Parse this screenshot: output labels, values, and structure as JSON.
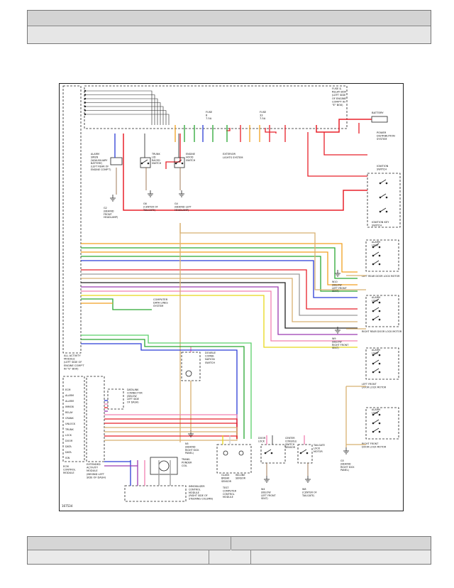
{
  "diagram": {
    "code": "167534",
    "labels": {
      "fuse_relay": [
        "FUSE &",
        "RELAY BOX",
        "(LEFT SIDE",
        "OF ENGINE",
        "COMP'T IN",
        "\"E\" BOX)"
      ],
      "fuse1": [
        "FUSE",
        "8",
        "7.5A"
      ],
      "fuse2": [
        "FUSE",
        "33",
        "7.5A"
      ],
      "battery": "BATTERY",
      "power_dist": [
        "POWER",
        "DISTRIBUTION",
        "SYSTEM"
      ],
      "ignition": [
        "IGNITION",
        "SWITCH"
      ],
      "ignition_key": [
        "IGNITION KEY",
        "SWITCH"
      ],
      "alarm_horn": [
        "ALARM",
        "SIREN",
        "(W/AUXILIARY",
        "BATTERY)",
        "(LEFT REAR OF",
        "ENGINE COMP'T)"
      ],
      "trunk_switch": [
        "TRUNK",
        "LID",
        "RACED",
        "SWITCH"
      ],
      "hood_switch": [
        "ENGINE",
        "HOOD",
        "SWITCH"
      ],
      "exterior_lights": [
        "EXTERIOR",
        "LIGHTS SYSTEM"
      ],
      "g2": [
        "G2",
        "(BEHIND",
        "FRONT",
        "HEADLAMP)"
      ],
      "g6": [
        "G6",
        "(CENTER OF",
        "TAILGATE)"
      ],
      "g4": [
        "G4",
        "(BEHIND LEFT",
        "HEADLAMP)"
      ],
      "computer_data": [
        "COMPUTER",
        "DATA LINES",
        "SYSTEM"
      ],
      "all_activity": [
        "ALL ACTIVITY",
        "MODULE",
        "(LEFT SIDE OF",
        "ENGINE COMP'T",
        "IN \"E\" BOX)"
      ],
      "left_rear_motor": "LEFT REAR DOOR LOCK MOTOR",
      "right_rear_motor": "RIGHT REAR DOOR LOCK MOTOR",
      "left_front_motor": [
        "LEFT FRONT",
        "DOOR LOCK MOTOR"
      ],
      "right_front_motor": [
        "RIGHT FRONT",
        "DOOR LOCK MOTOR"
      ],
      "w10": [
        "W10",
        "(BELOW",
        "LEFT FRONT",
        "SEAT)"
      ],
      "w9": [
        "W9",
        "(BELOW",
        "RIGHT FRONT",
        "SEAT)"
      ],
      "double_comb": [
        "DOUBLE",
        "COMBI-",
        "NATION",
        "SWITCH"
      ],
      "datalink": [
        "DATALINK",
        "CONNECTOR",
        "(BELOW",
        "LEFT SIDE",
        "OF DASH)"
      ],
      "ecm": [
        "ECM",
        "CONTROL",
        "MODULE"
      ],
      "extended_activity": [
        "EXTENDED",
        "ACTIVITY",
        "MODULE",
        "(BEHIND LEFT",
        "SIDE OF DASH)"
      ],
      "transponder": [
        "TRANS-",
        "PONDER",
        "COIL"
      ],
      "immobilizer": [
        "IMMOBILIZER",
        "CONTROL",
        "MODULE",
        "(RIGHT SIDE OF",
        "STEERING COLUMN)"
      ],
      "sensor_module": [
        "TEST",
        "COMPUTER",
        "CONTROL",
        "MODULE"
      ],
      "glass_break": [
        "GLASS",
        "BREAK",
        "SENSOR"
      ],
      "incline": [
        "INCLINE",
        "SENSOR"
      ],
      "door_lock": [
        "DOOR",
        "LOCK"
      ],
      "console_switch": [
        "CENTER",
        "CONSOLE",
        "SWITCH",
        "SENSOR"
      ],
      "tailgate_lock": [
        "TAILGATE",
        "LOCK",
        "MOTOR"
      ],
      "w4": [
        "W4",
        "(BELOW",
        "LEFT FRONT",
        "SEAT)"
      ],
      "w8": [
        "W8",
        "(CENTER OF",
        "TAILGATE)"
      ],
      "g5": [
        "G5",
        "(BEHIND",
        "RIGHT KICK",
        "PANEL)"
      ],
      "n5": [
        "N5",
        "(BEHIND",
        "RIGHT KICK",
        "PANEL)"
      ],
      "ecm_pins": [
        "ECM",
        "ALARM",
        "ALARM",
        "IMMOB",
        "RELAY",
        "CRANK",
        "UNLOCK",
        "TRUNK",
        "LOCK",
        "DOOR",
        "DATA",
        "DATA",
        "IGN"
      ],
      "alarm_lock": [
        "ALARM",
        "LOCK"
      ]
    }
  }
}
